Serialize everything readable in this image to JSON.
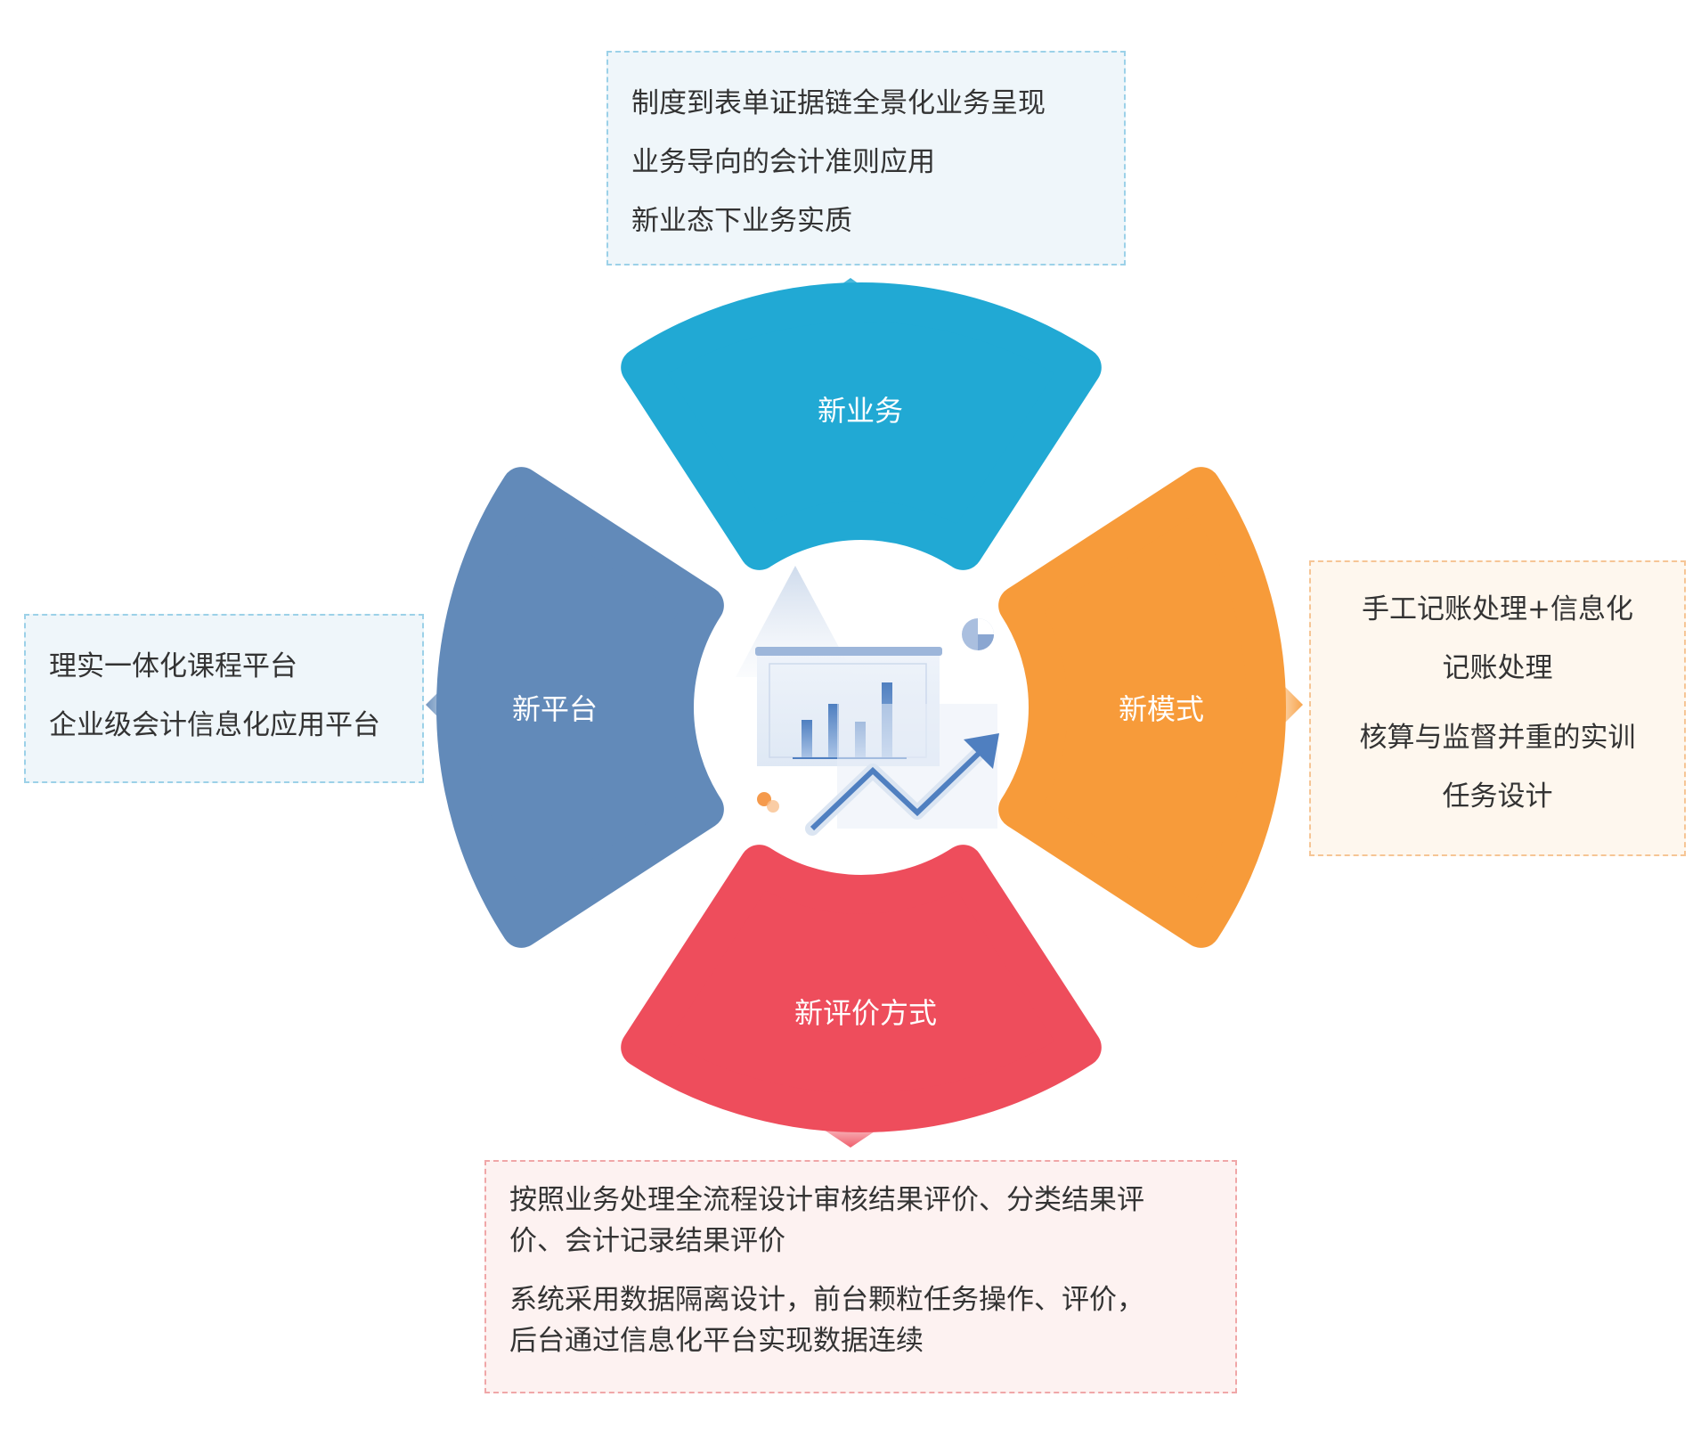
{
  "segments": {
    "top": {
      "label": "新业务",
      "color": "#21a9d4"
    },
    "right": {
      "label": "新模式",
      "color": "#f79b3a"
    },
    "bottom": {
      "label": "新评价方式",
      "color": "#ee4d5c"
    },
    "left": {
      "label": "新平台",
      "color": "#628ab9"
    }
  },
  "boxes": {
    "top": {
      "lines": [
        "制度到表单证据链全景化业务呈现",
        "业务导向的会计准则应用",
        "新业态下业务实质"
      ]
    },
    "left": {
      "lines": [
        "理实一体化课程平台",
        "企业级会计信息化应用平台"
      ]
    },
    "right": {
      "items": [
        [
          "手工记账处理+信息化",
          "记账处理"
        ],
        [
          "核算与监督并重的实训",
          "任务设计"
        ]
      ]
    },
    "bottom": {
      "items": [
        [
          "按照业务处理全流程设计审核结果评价、分类结果评",
          "价、会计记录结果评价"
        ],
        [
          "系统采用数据隔离设计，前台颗粒任务操作、评价，",
          "后台通过信息化平台实现数据连续"
        ]
      ]
    }
  }
}
